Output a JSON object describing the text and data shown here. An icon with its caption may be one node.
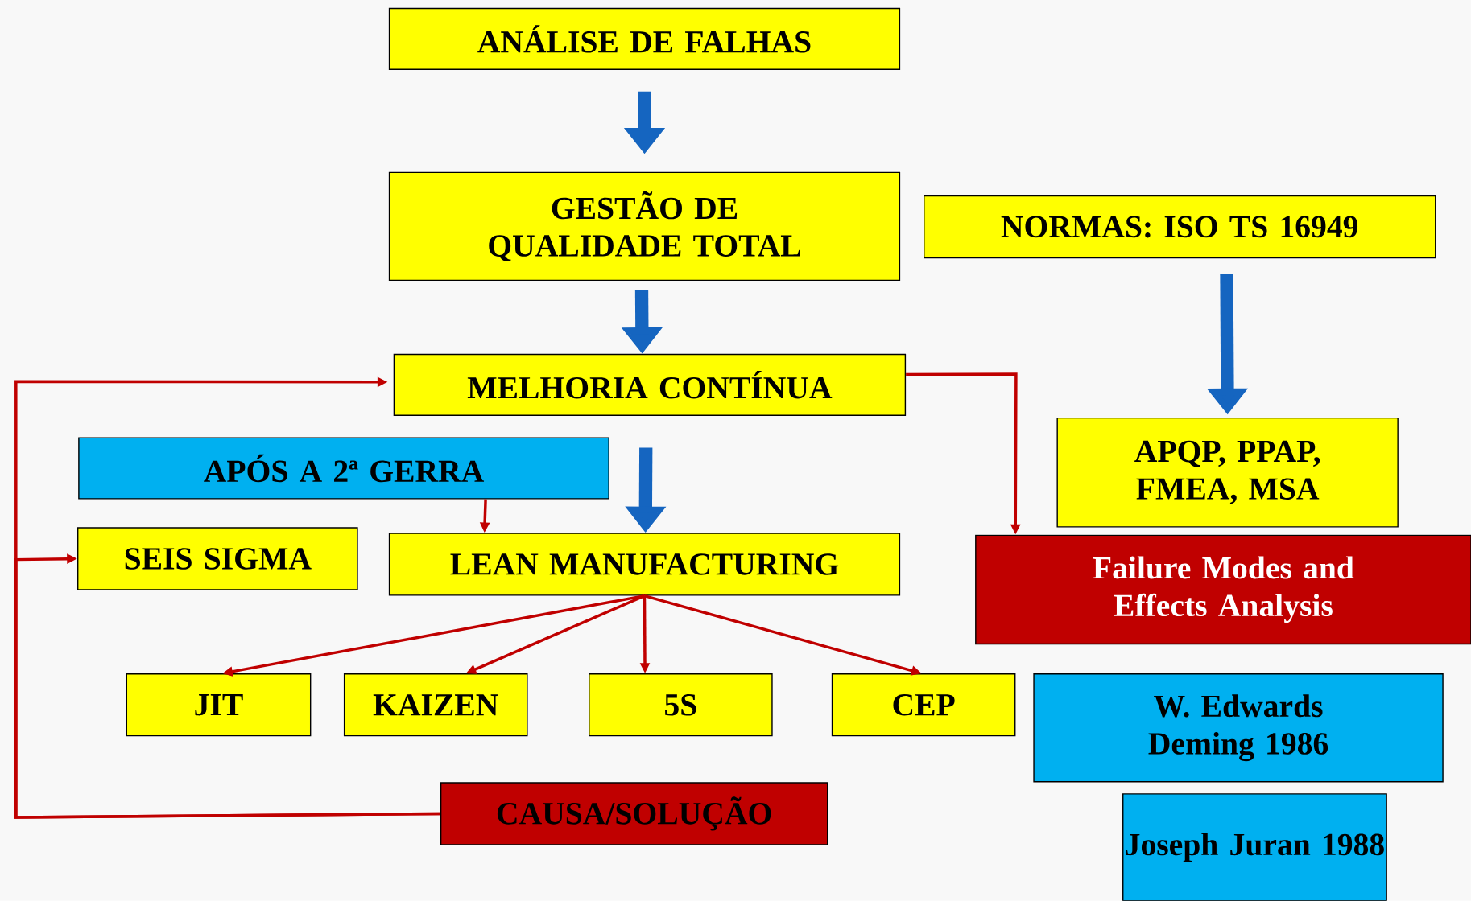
{
  "diagram": {
    "nodes": [
      {
        "text": [
          "ANÁLISE DE FALHAS"
        ]
      },
      {
        "text": [
          "GESTÃO DE QUALIDADE TOTAL"
        ]
      },
      {
        "text": [
          "NORMAS: ISO TS 16949"
        ]
      },
      {
        "text": [
          "MELHORIA CONTÍNUA"
        ]
      },
      {
        "text": [
          "APÓS A 2ª GERRA"
        ]
      },
      {
        "text": [
          "APQP, PPAP, FMEA, MSA"
        ]
      },
      {
        "text": [
          "SEIS SIGMA"
        ]
      },
      {
        "text": [
          "LEAN MANUFACTURING"
        ]
      },
      {
        "text": [
          "Failure Modes and Effects Analysis"
        ]
      },
      {
        "text": [
          "JIT"
        ]
      },
      {
        "text": [
          "KAIZEN"
        ]
      },
      {
        "text": [
          "5S"
        ]
      },
      {
        "text": [
          "CEP"
        ]
      },
      {
        "text": [
          "W. Edwards Deming 1986"
        ]
      },
      {
        "text": [
          "CAUSA/SOLUÇÃO"
        ]
      },
      {
        "text": [
          "Joseph Juran 1988"
        ]
      }
    ],
    "edges": [
      {
        "from": 0,
        "to": 1,
        "arrow": "to",
        "style": "thick",
        "color": "#1565c0"
      },
      {
        "from": 1,
        "to": 3,
        "arrow": "to",
        "style": "thick",
        "color": "#1565c0"
      },
      {
        "from": 3,
        "to": 7,
        "arrow": "to",
        "style": "thick",
        "color": "#1565c0"
      },
      {
        "from": 2,
        "to": 5,
        "arrow": "to",
        "style": "thick",
        "color": "#1565c0"
      },
      {
        "from": 4,
        "to": 7,
        "arrow": "to"
      },
      {
        "from": 3,
        "to": 8,
        "arrow": "to"
      },
      {
        "from": 7,
        "to": 9,
        "arrow": "to"
      },
      {
        "from": 7,
        "to": 10,
        "arrow": "to"
      },
      {
        "from": 7,
        "to": 11,
        "arrow": "to"
      },
      {
        "from": 7,
        "to": 12,
        "arrow": "to"
      },
      {
        "from": 14,
        "to": 3,
        "arrow": "to"
      },
      {
        "from": 14,
        "to": 6,
        "arrow": "to"
      }
    ]
  }
}
